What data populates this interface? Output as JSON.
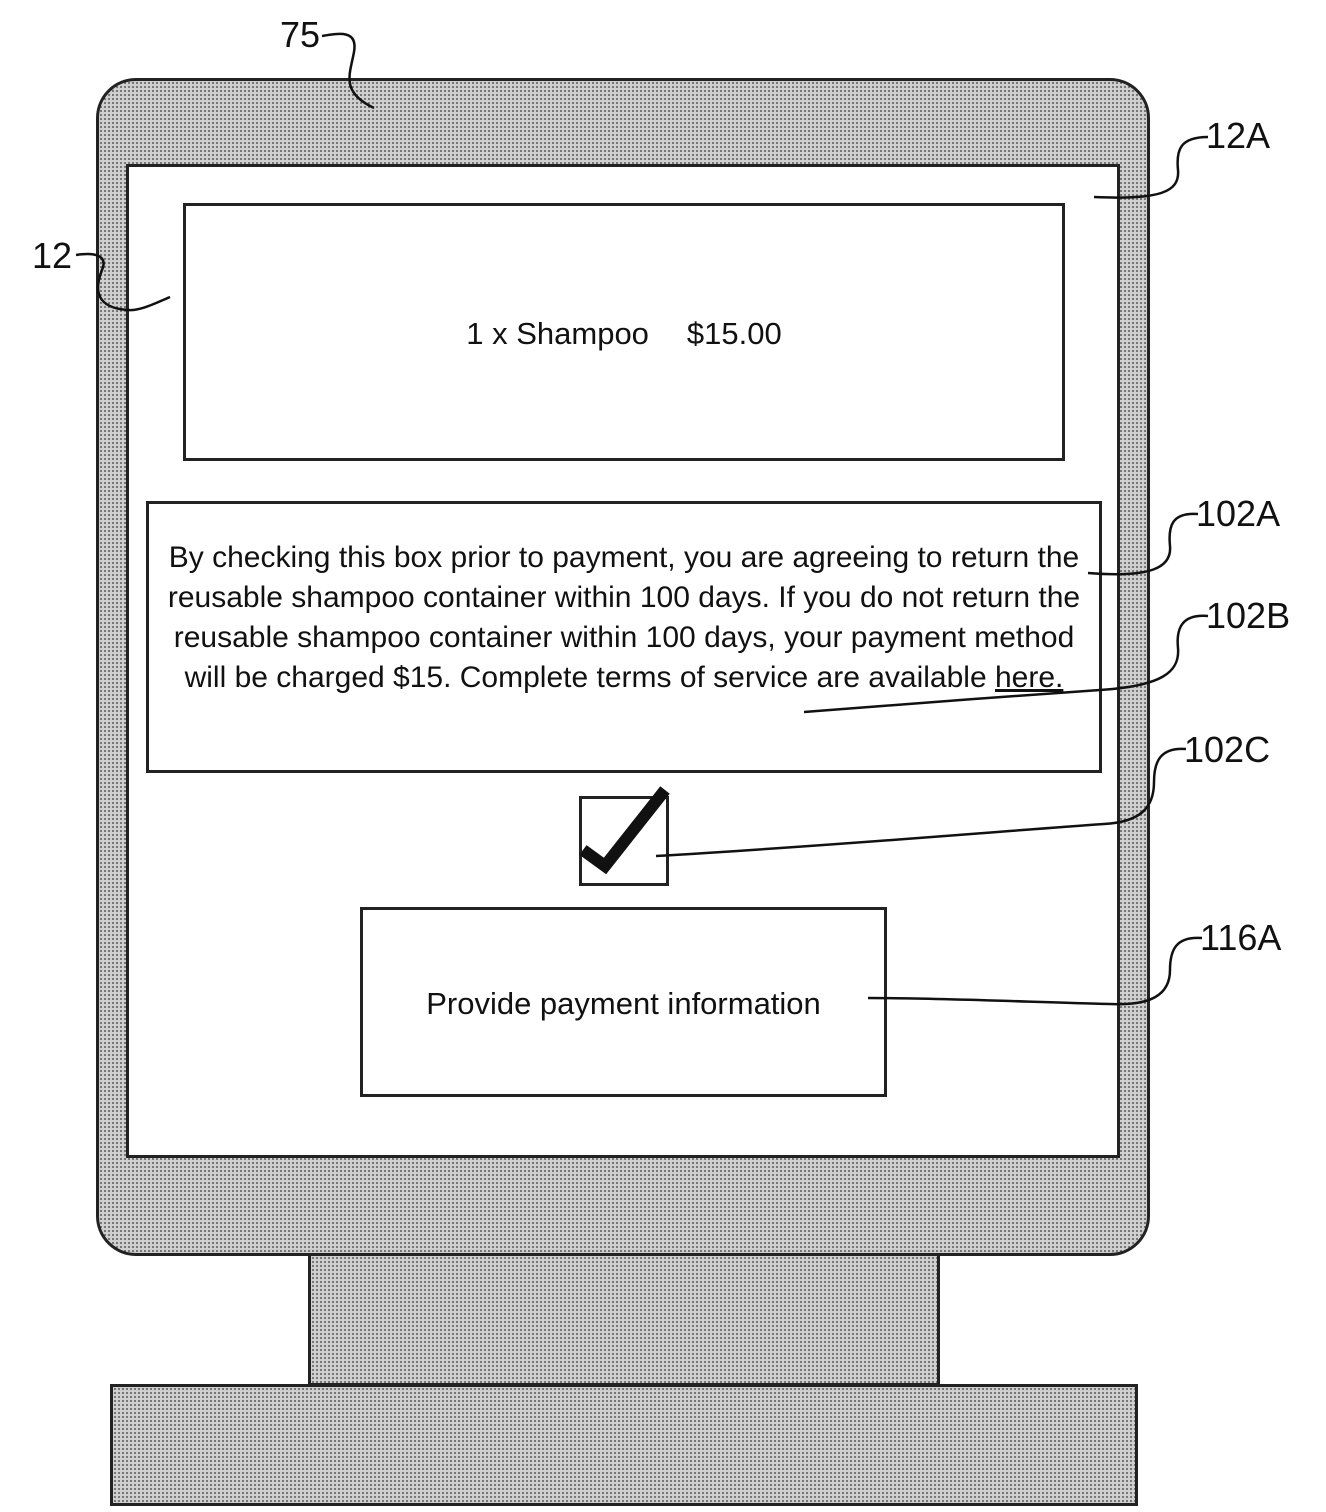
{
  "references": {
    "monitor": "75",
    "screen": "12A",
    "order_panel": "12",
    "terms_panel": "102A",
    "terms_link": "102B",
    "checkbox": "102C",
    "payment_button": "116A"
  },
  "order": {
    "quantity_item": "1 x Shampoo",
    "price": "$15.00"
  },
  "terms": {
    "text": "By checking this box prior to payment, you are agreeing to return the reusable shampoo container within 100 days. If you do not return the reusable shampoo container within 100 days, your payment method will be charged $15. Complete terms of service are available ",
    "link_label": "here."
  },
  "checkbox": {
    "checked": true,
    "icon": "checkmark-icon"
  },
  "payment": {
    "button_label": "Provide payment information"
  }
}
